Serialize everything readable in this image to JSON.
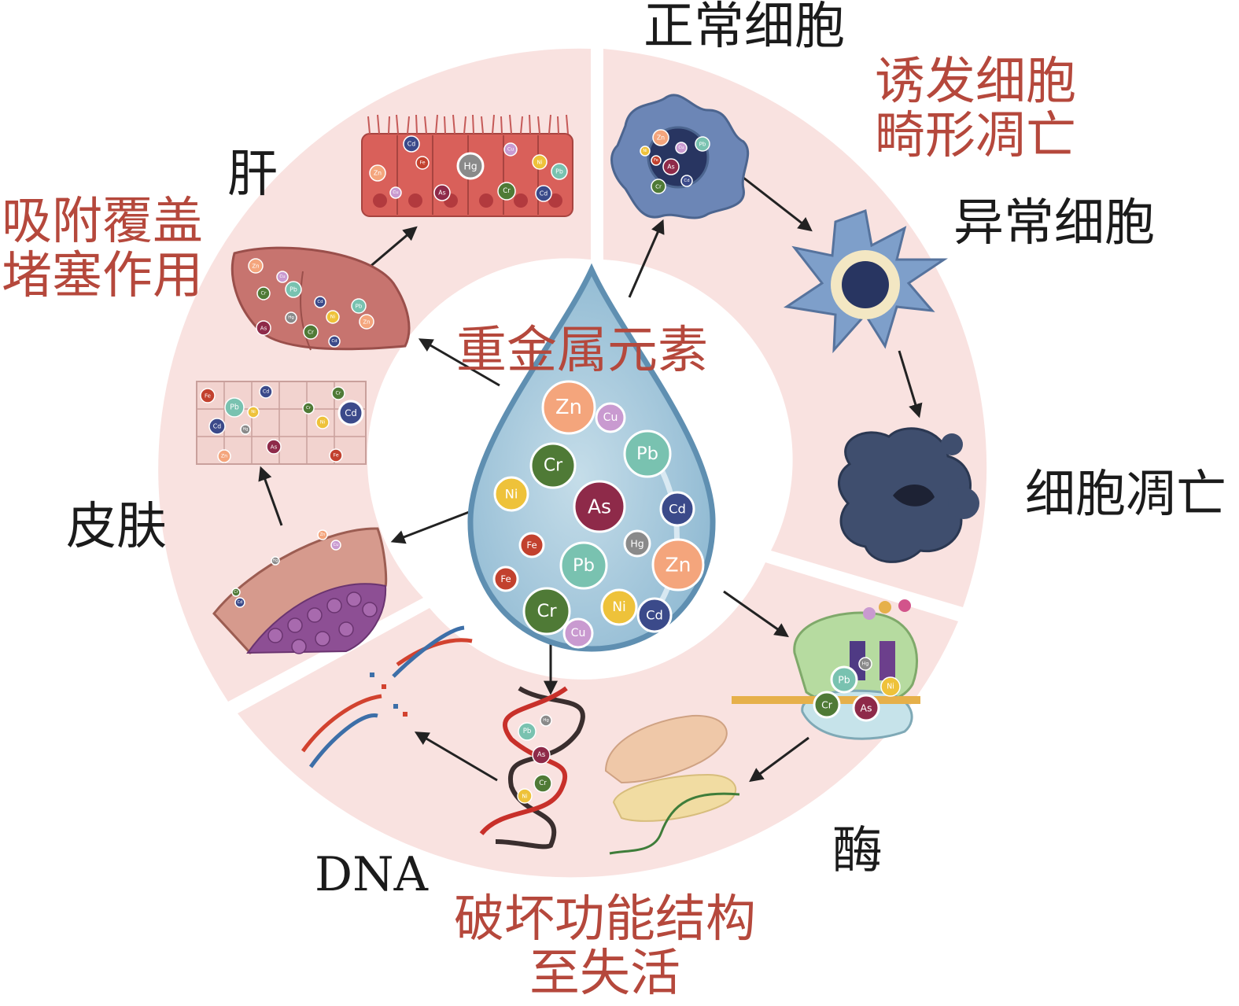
{
  "center_title": "重金属元素",
  "elements": {
    "zn": "Zn",
    "cu": "Cu",
    "pb": "Pb",
    "cr": "Cr",
    "ni": "Ni",
    "as": "As",
    "cd": "Cd",
    "fe": "Fe",
    "hg": "Hg"
  },
  "labels": {
    "liver": "肝",
    "skin": "皮肤",
    "adsorb": "吸附覆盖\n堵塞作用",
    "normal_cell": "正常细胞",
    "induce": "诱发细胞\n畸形凋亡",
    "abnormal_cell": "异常细胞",
    "apoptosis": "细胞凋亡",
    "dna": "DNA",
    "enzyme": "酶",
    "destroy": "破坏功能结构\n至失活"
  },
  "colors": {
    "ring": "#f9e2e0",
    "drop": "#9ec4d9",
    "drop_edge": "#5f8fb1",
    "label_red": "#b5483c",
    "label_black": "#1b1b1b",
    "zn": "#f4a57c",
    "cu": "#c99ad0",
    "pb": "#79c2b0",
    "cr": "#4f7a36",
    "ni": "#eec23a",
    "as": "#8e2a49",
    "cd": "#3b4a8a",
    "fe": "#c2412e",
    "hg": "#8a8a8a"
  }
}
